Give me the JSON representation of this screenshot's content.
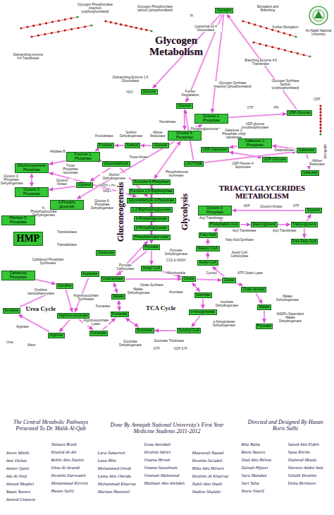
{
  "diagram": {
    "nodes": [
      {
        "text": [
          "Glycogen"
        ]
      },
      {
        "text": [
          "Glucose"
        ]
      },
      {
        "text": [
          "Glucose"
        ]
      },
      {
        "text": [
          "Glucose 1-Phosphate"
        ]
      },
      {
        "text": [
          "UDP-Glucose"
        ]
      },
      {
        "text": [
          "Glucose 6-Phosphate"
        ]
      },
      {
        "text": [
          "Fructose"
        ]
      },
      {
        "text": [
          "Sorbitol"
        ]
      },
      {
        "text": [
          "Glucose"
        ]
      },
      {
        "text": [
          "Fructose 1-Phosphate"
        ]
      },
      {
        "text": [
          "Dihydroxyacetone Phosphate"
        ]
      },
      {
        "text": [
          "Glyceraldehyde"
        ]
      },
      {
        "text": [
          "Glycerol"
        ]
      },
      {
        "text": [
          "Glycerol 3-Phosphate"
        ]
      },
      {
        "text": [
          "UDP-Galactose"
        ]
      },
      {
        "text": [
          "Galactose 1-Phosphate"
        ]
      },
      {
        "text": [
          "UDP-Glucose"
        ]
      },
      {
        "text": [
          "Galactose"
        ]
      },
      {
        "text": [
          "Galactitol"
        ]
      },
      {
        "text": [
          "LACTOSE"
        ]
      },
      {
        "text": [
          "Fructose 6-Phosphate"
        ]
      },
      {
        "text": [
          "Fructose 1,6-Bisphosphate"
        ]
      },
      {
        "text": [
          "Glyceraldehyde 3-Phosphate"
        ]
      },
      {
        "text": [
          "1,3-Bisphosphoglycerate"
        ]
      },
      {
        "text": [
          "3-Phosphoglycerate"
        ]
      },
      {
        "text": [
          "2-Phosphoglycerate"
        ]
      },
      {
        "text": [
          "Phosphoenolpyruvate"
        ]
      },
      {
        "text": [
          "Pyruvate"
        ]
      },
      {
        "text": [
          "Acetyl CoA"
        ]
      },
      {
        "text": [
          "HMP"
        ]
      },
      {
        "text": [
          "6-Phospho gluconate"
        ]
      },
      {
        "text": [
          "Ribulose 5-Phosphate"
        ]
      },
      {
        "text": [
          "Oxaloacetate"
        ]
      },
      {
        "text": [
          "Citrate"
        ]
      },
      {
        "text": [
          "Isocitrate"
        ]
      },
      {
        "text": [
          "α-Ketoglutarate"
        ]
      },
      {
        "text": [
          "Succinyl CoA"
        ]
      },
      {
        "text": [
          "Succinate"
        ]
      },
      {
        "text": [
          "Fumarate"
        ]
      },
      {
        "text": [
          "Malate"
        ]
      },
      {
        "text": [
          "Citrate"
        ]
      },
      {
        "text": [
          "Oxalo-acetate"
        ]
      },
      {
        "text": [
          "Malate"
        ]
      },
      {
        "text": [
          "Pyruvate"
        ]
      },
      {
        "text": [
          "Acetyl CoA"
        ]
      },
      {
        "text": [
          "Malonyl CoA"
        ]
      },
      {
        "text": [
          "Fatty Acid"
        ]
      },
      {
        "text": [
          "Glycerol 3-Phosphate"
        ]
      },
      {
        "text": [
          "Phosphatidic Acid"
        ]
      },
      {
        "text": [
          "Diacyl-glycerol"
        ]
      },
      {
        "text": [
          "Triacyl-glycerol"
        ]
      },
      {
        "text": [
          "Glycerol"
        ]
      },
      {
        "text": [
          "Free Fatty Acid"
        ]
      },
      {
        "text": [
          "Carbamoyl Phosphate"
        ]
      },
      {
        "text": [
          "Ornithine"
        ]
      },
      {
        "text": [
          "Citrulline"
        ]
      },
      {
        "text": [
          "Arginino-succinate"
        ]
      },
      {
        "text": [
          "Arginine"
        ]
      },
      {
        "text": [
          "Aspartate"
        ]
      },
      {
        "text": [
          "Fumarate"
        ]
      },
      {
        "text": [
          "Glutamate"
        ]
      }
    ],
    "edges": [
      {
        "from": 0,
        "to": 3,
        "arrow": "to"
      },
      {
        "from": 0,
        "to": 1,
        "arrow": "to"
      },
      {
        "from": 0,
        "to": 2,
        "arrow": "to"
      },
      {
        "from": 4,
        "to": 0,
        "arrow": "to"
      },
      {
        "from": 3,
        "to": 4,
        "arrow": "to"
      },
      {
        "from": 2,
        "to": 5,
        "arrow": "to"
      },
      {
        "from": 3,
        "to": 5,
        "arrow": "both"
      },
      {
        "from": 5,
        "to": 20,
        "arrow": "both"
      },
      {
        "from": 20,
        "to": 21,
        "arrow": "both"
      },
      {
        "from": 21,
        "to": 22,
        "arrow": "both"
      },
      {
        "from": 10,
        "to": 22,
        "arrow": "both"
      },
      {
        "from": 22,
        "to": 23,
        "arrow": "both"
      },
      {
        "from": 23,
        "to": 24,
        "arrow": "both"
      },
      {
        "from": 24,
        "to": 25,
        "arrow": "both"
      },
      {
        "from": 25,
        "to": 26,
        "arrow": "both"
      },
      {
        "from": 26,
        "to": 27,
        "arrow": "to"
      },
      {
        "from": 27,
        "to": 28,
        "arrow": "to"
      },
      {
        "from": 27,
        "to": 32,
        "arrow": "to"
      },
      {
        "from": 32,
        "to": 26,
        "arrow": "to"
      },
      {
        "from": 6,
        "to": 9,
        "arrow": "to"
      },
      {
        "from": 8,
        "to": 7,
        "arrow": "to"
      },
      {
        "from": 7,
        "to": 6,
        "arrow": "to"
      },
      {
        "from": 9,
        "to": 10,
        "arrow": "to"
      },
      {
        "from": 9,
        "to": 11,
        "arrow": "to"
      },
      {
        "from": 11,
        "to": 22,
        "arrow": "to"
      },
      {
        "from": 11,
        "to": 12,
        "arrow": "to"
      },
      {
        "from": 12,
        "to": 13,
        "arrow": "to"
      },
      {
        "from": 13,
        "to": 10,
        "arrow": "both"
      },
      {
        "from": 17,
        "to": 15,
        "arrow": "to"
      },
      {
        "from": 15,
        "to": 14,
        "arrow": "to"
      },
      {
        "from": 14,
        "to": 16,
        "arrow": "both"
      },
      {
        "from": 17,
        "to": 18,
        "arrow": "to"
      },
      {
        "from": 19,
        "to": 2,
        "arrow": "to"
      },
      {
        "from": 19,
        "to": 17,
        "arrow": "to"
      },
      {
        "from": 5,
        "to": 30,
        "arrow": "to"
      },
      {
        "from": 30,
        "to": 31,
        "arrow": "to"
      },
      {
        "from": 28,
        "to": 33,
        "arrow": "to"
      },
      {
        "from": 32,
        "to": 33,
        "arrow": "to"
      },
      {
        "from": 33,
        "to": 34,
        "arrow": "both"
      },
      {
        "from": 34,
        "to": 35,
        "arrow": "to"
      },
      {
        "from": 35,
        "to": 36,
        "arrow": "to"
      },
      {
        "from": 36,
        "to": 37,
        "arrow": "to"
      },
      {
        "from": 37,
        "to": 38,
        "arrow": "both"
      },
      {
        "from": 38,
        "to": 39,
        "arrow": "both"
      },
      {
        "from": 39,
        "to": 32,
        "arrow": "both"
      },
      {
        "from": 33,
        "to": 40,
        "arrow": "to"
      },
      {
        "from": 40,
        "to": 41,
        "arrow": "to"
      },
      {
        "from": 40,
        "to": 44,
        "arrow": "to"
      },
      {
        "from": 41,
        "to": 42,
        "arrow": "to"
      },
      {
        "from": 42,
        "to": 43,
        "arrow": "to"
      },
      {
        "from": 44,
        "to": 45,
        "arrow": "to"
      },
      {
        "from": 45,
        "to": 46,
        "arrow": "to"
      },
      {
        "from": 46,
        "to": 48,
        "arrow": "to"
      },
      {
        "from": 47,
        "to": 48,
        "arrow": "to"
      },
      {
        "from": 48,
        "to": 49,
        "arrow": "to"
      },
      {
        "from": 49,
        "to": 50,
        "arrow": "to"
      },
      {
        "from": 50,
        "to": 52,
        "arrow": "to"
      },
      {
        "from": 50,
        "to": 51,
        "arrow": "to"
      },
      {
        "from": 51,
        "to": 47,
        "arrow": "to"
      },
      {
        "from": 53,
        "to": 55,
        "arrow": "to"
      },
      {
        "from": 54,
        "to": 55,
        "arrow": "to"
      },
      {
        "from": 55,
        "to": 56,
        "arrow": "to"
      },
      {
        "from": 58,
        "to": 56,
        "arrow": "to"
      },
      {
        "from": 56,
        "to": 57,
        "arrow": "to"
      },
      {
        "from": 56,
        "to": 59,
        "arrow": "to"
      },
      {
        "from": 57,
        "to": 54,
        "arrow": "to"
      },
      {
        "from": 59,
        "to": 38,
        "arrow": "to"
      }
    ],
    "labels": [
      "Glycogen Metabolism",
      "Glycogen Phosphorylase (inactive) (unphosphorelated)",
      "Glycogen Phosphorylase (active) (phosphorelated)",
      "Pi",
      "Lysosomal α1-4 Glucosidase",
      "Elongation and Branching",
      "Further Elongation",
      "Debranching enzyme 4:4 Transferase",
      "Branching Enzyme 4:6 Transferase",
      "Debranching Enzyme 1:6 Glucosidase",
      "H2O",
      "Glycogen Synthase (inactive) (phosphorelated)",
      "Glycogen Synthase (active) (unphosphorelated)",
      "UDP",
      "Glycogenin",
      "UTP",
      "PPi",
      "UDP-glucose pyrophosphorylase",
      "Hexokinase",
      "Phosphoglucomutase",
      "Further Degradation",
      "Fructokinase",
      "Sorbitol Dehydrogenase",
      "Aldose Reductase",
      "Aldolase B",
      "Triose Kinase",
      "Alcohol Dehydrogenase",
      "NADH + H+",
      "NAD+",
      "Glycerol Kinase",
      "Glycerol 3-Phosphate Dehydrogenase",
      "Triose Phosphate Isomerase",
      "Galactose 1-Phosphate uridyl transferase",
      "UDP-Hexose 4-Epimerase",
      "Galactokinase",
      "Aldose Reductase",
      "Phosphohexose Isomerase",
      "Glucose 6-Phosphate Dehydrogenase",
      "6-Phosphogluconate Dehydrogenase",
      "Transketolase",
      "Transaldolase",
      "Glycolysis",
      "Gluconeogenesis",
      "TRIACYLGLYCERIDES METABOLISM",
      "Glycerol Kinase",
      "ADP",
      "ATP",
      "Acyl Transferase",
      "Acyl Transferase",
      "Acyl Transferase",
      "Fatty Acid Synthase",
      "Acetyl CoA Carboxylase",
      "Pyruvate Dehydrogenase",
      "CO2 & NADH",
      "Pyruvate Carboxylase",
      "Citrate Synthase",
      "Mitochondria",
      "Cytosol",
      "ATP Citrate Lyase",
      "Aconitase",
      "TCA Cycle",
      "Isocitrate Dehydrogenase",
      "α-Ketoglutarate Dehydrogenase",
      "Succinate Thiokinase",
      "GTP",
      "GDP & Pi",
      "Succinate Dehydrogenase",
      "Fumarase",
      "Malate Dehydrogenase",
      "Malate Dehydrogenase",
      "NADP+-Dependent Malate Dehydrogenase",
      "Urea Cycle",
      "Carbamoyl Phosphate Synthetase",
      "Ornithine transcarbamoylase",
      "Argininosuccinate Synthetase",
      "Argininosuccinate Lyase",
      "Arginase",
      "Urea",
      "Water",
      "An-Najah National University",
      "The Central Metabolic Pathways Presented To Dr. Malik Al-Qab",
      "Done By Annajah National University's First Year Medicine Students 2011-2012",
      "Directed and Designed By Hasan Boris Salhi",
      "Areen Mittib",
      "Amr Debas",
      "Ameer Qaisi",
      "Ala Al-Sisd",
      "Ahmed Moqbel",
      "Yazan Yaseen",
      "Ameed Ghanem",
      "Tamara Braik",
      "Khaled Al-Ali",
      "Rebhi Abu Zayton",
      "Dina Al-Arandi",
      "Ibrahim Darwazeh",
      "Mohammad Kirresh",
      "Hasan Salhi",
      "Lara Zakarneh",
      "Lana Hilo",
      "Mohammed Dredi",
      "Lama Abu Obeida",
      "Mohammad Kharraz",
      "Mariam Hantouli",
      "Israa Aweidah",
      "Ibrahim Idries",
      "Osama Hroub",
      "Osama Sawalmah",
      "Osamah Mahmoud",
      "Haitham Abu Alebdeh",
      "Muawyah Nazzal",
      "Ibrahim Sa'adeh",
      "Hiba Abu Hilweh",
      "Ibrahim Al Kharraz",
      "Nabil Abu Sbaih",
      "Nadine Shalabi",
      "Rita Batta",
      "Reem Yaseen",
      "Ziad Abu Helwa",
      "Zainab Hijawi",
      "Sara Hamdan",
      "Sari Taha",
      "Yusra Sharif",
      "Saeed Abu Eideh",
      "Sana Khrim",
      "Shaheed Moala",
      "Shereen Abdul Aziz",
      "Suhaib Ibrahim",
      "Doha Beshtawi"
    ]
  }
}
